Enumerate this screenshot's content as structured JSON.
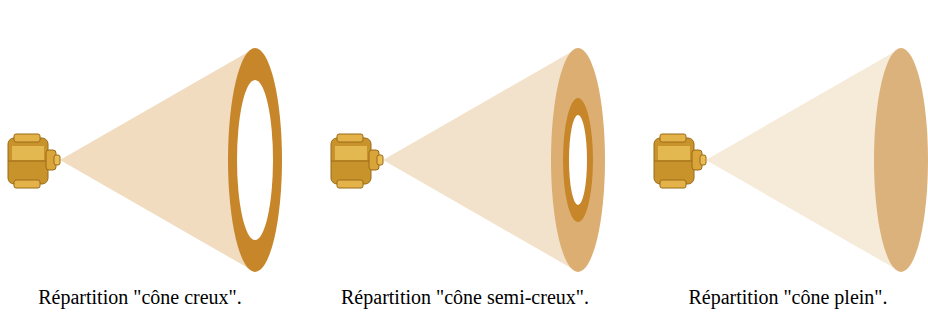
{
  "diagram": {
    "labels": [
      "Répartition \"cône creux\".",
      "Répartition \"cône semi-creux\".",
      "Répartition \"cône plein\"."
    ]
  }
}
